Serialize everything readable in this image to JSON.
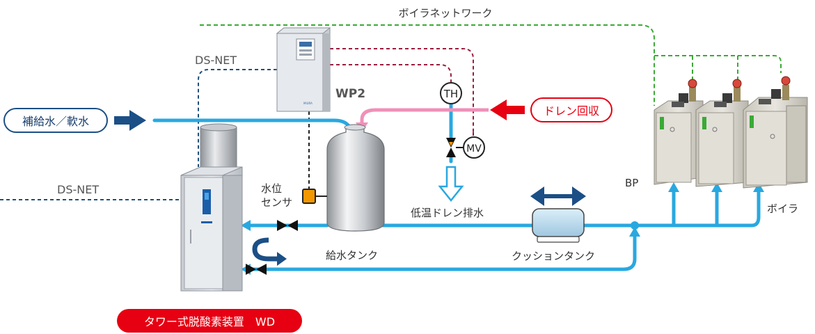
{
  "labels": {
    "boiler_network": "ボイラネットワーク",
    "ds_net_top": "DS-NET",
    "ds_net_left": "DS-NET",
    "wp2": "WP2",
    "th": "TH",
    "mv": "MV",
    "makeup_water": "補給水／軟水",
    "drain_recovery": "ドレン回収",
    "water_level_1": "水位",
    "water_level_2": "センサ",
    "low_temp_drain": "低温ドレン排水",
    "bp": "BP",
    "boiler": "ボイラ",
    "feed_tank": "給水タンク",
    "cushion_tank": "クッションタンク",
    "tower_deaerator": "タワー式脱酸素装置　WD",
    "maker_small": "MIURA"
  },
  "colors": {
    "water_line": "#29a8e0",
    "drain_line": "#f090b8",
    "network_green": "#3aaa35",
    "signal_red": "#9b1c3c",
    "ds_net_blue": "#1f4e79",
    "arrow_navy": "#1b4f86",
    "arrow_red": "#e60012",
    "badge_red": "#e60012",
    "sensor_orange": "#f39800"
  }
}
